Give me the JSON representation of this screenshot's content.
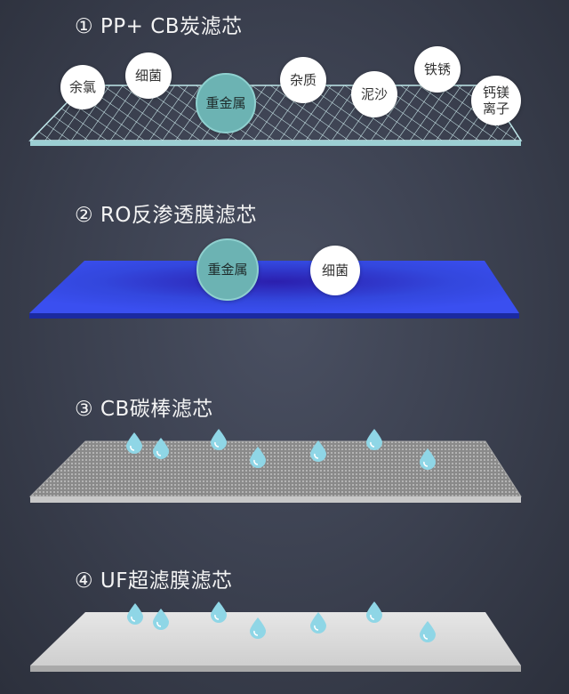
{
  "sections": [
    {
      "title": "① PP+ CB炭滤芯",
      "bubbles": [
        "余氯",
        "细菌",
        "重金属",
        "杂质",
        "泥沙",
        "铁锈",
        "钙镁\n离子"
      ]
    },
    {
      "title": "② RO反渗透膜滤芯",
      "bubbles": [
        "重金属",
        "细菌"
      ]
    },
    {
      "title": "③ CB碳棒滤芯"
    },
    {
      "title": "④ UF超滤膜滤芯"
    }
  ],
  "colors": {
    "mesh": "#bfe8ea",
    "ro_blue": "#2f45d6",
    "carbon_gray": "#8d8d8d",
    "uf_gray": "#d9d9d9",
    "drop": "#8fd6e6"
  }
}
